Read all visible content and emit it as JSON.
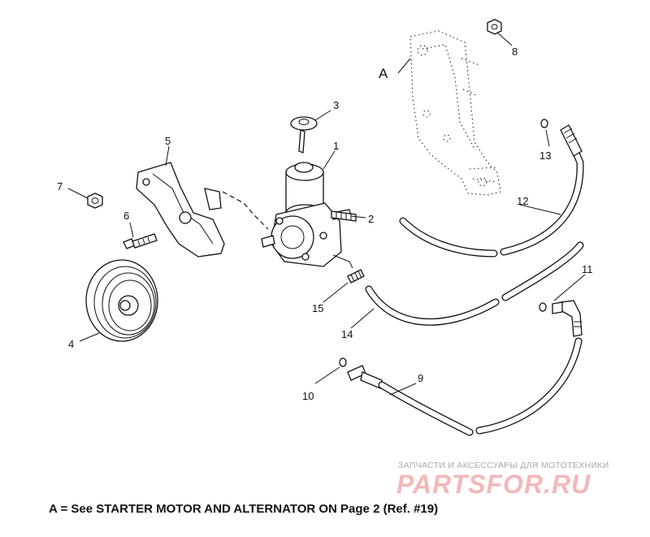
{
  "diagram": {
    "section_marker": "A",
    "callouts": [
      "1",
      "2",
      "3",
      "4",
      "5",
      "6",
      "7",
      "8",
      "9",
      "10",
      "11",
      "12",
      "13",
      "14",
      "15"
    ],
    "footnote": "A = See STARTER MOTOR AND ALTERNATOR ON Page 2 (Ref. #19)"
  },
  "watermark": {
    "tagline": "ЗАПЧАСТИ И АКСЕССУАРЫ ДЛЯ МОТОТЕХНИКИ",
    "logo": "PARTSFOR.RU",
    "color": "#f2b8b8"
  }
}
